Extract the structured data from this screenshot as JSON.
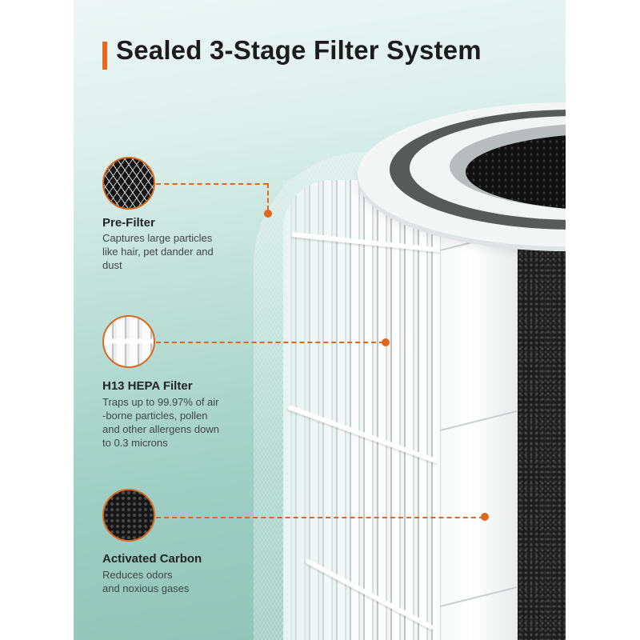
{
  "header": {
    "title": "Sealed 3-Stage Filter System",
    "accent_color": "#e8661a"
  },
  "stages": [
    {
      "name": "Pre-Filter",
      "description_lines": [
        "Captures large particles",
        "like hair, pet dander and",
        "dust"
      ],
      "icon": "mesh-prefilter-icon"
    },
    {
      "name": "H13 HEPA Filter",
      "description_lines": [
        "Traps up to 99.97% of air",
        "-borne particles, pollen",
        "and other allergens down",
        "to 0.3 microns"
      ],
      "icon": "hepa-pleats-icon"
    },
    {
      "name": "Activated Carbon",
      "description_lines": [
        "Reduces odors",
        "and noxious gases"
      ],
      "icon": "carbon-foam-icon"
    }
  ],
  "colors": {
    "callout_line": "#e0661d",
    "background_top": "#eef7f5",
    "background_bottom": "#8fc2b6"
  }
}
